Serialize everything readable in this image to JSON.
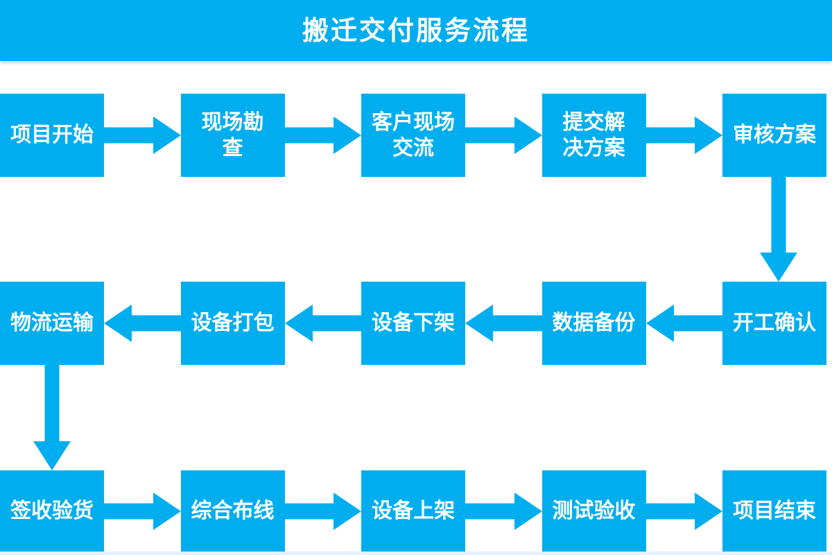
{
  "title": "搬迁交付服务流程",
  "colors": {
    "accent": "#00AEEF",
    "on_accent": "#FFFFFF",
    "page_bg": "#FFFFFF",
    "edge_strip": "#E2F1FA"
  },
  "rows": [
    {
      "direction": "right",
      "steps": [
        "项目开始",
        "现场勘\n查",
        "客户现场\n交流",
        "提交解\n决方案",
        "审核方案"
      ]
    },
    {
      "direction": "left",
      "steps": [
        "物流运输",
        "设备打包",
        "设备下架",
        "数据备份",
        "开工确认"
      ]
    },
    {
      "direction": "right",
      "steps": [
        "签收验货",
        "综合布线",
        "设备上架",
        "测试验收",
        "项目结束"
      ]
    }
  ],
  "connectors": [
    {
      "from": "审核方案",
      "to": "开工确认",
      "direction": "down",
      "side": "right"
    },
    {
      "from": "物流运输",
      "to": "签收验货",
      "direction": "down",
      "side": "left"
    }
  ]
}
